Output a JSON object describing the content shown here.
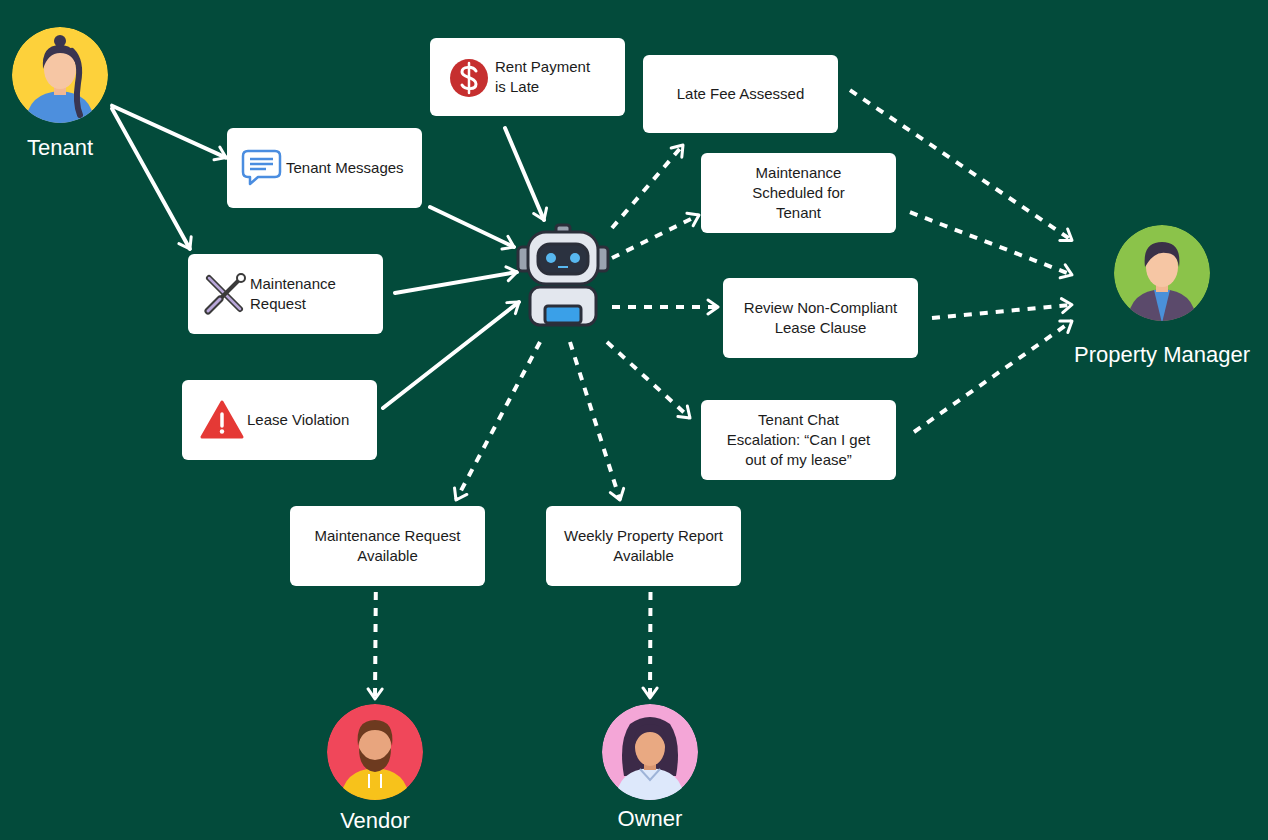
{
  "diagram": {
    "nodes": [
      {
        "text": [
          "Tenant"
        ]
      },
      {
        "text": [
          "Rent Payment is Late"
        ]
      },
      {
        "text": [
          "Late Fee Assessed"
        ]
      },
      {
        "text": [
          "Tenant Messages"
        ]
      },
      {
        "text": [
          "Maintenance Scheduled for Tenant"
        ]
      },
      {
        "text": [
          "Property Manager"
        ]
      },
      {
        "text": [
          "Maintenance Request"
        ]
      },
      {
        "text": [
          "Review Non-Compliant Lease Clause"
        ]
      },
      {
        "text": [
          "Lease Violation"
        ]
      },
      {
        "text": [
          "Tenant Chat Escalation: “Can I get out of my lease”"
        ]
      },
      {
        "text": [
          "Maintenance Request Available"
        ]
      },
      {
        "text": [
          "Weekly Property Report Available"
        ]
      },
      {
        "text": [
          "Vendor"
        ]
      },
      {
        "text": [
          "Owner"
        ]
      }
    ],
    "edges": [
      {
        "from": 0,
        "to": 3,
        "arrow": "to"
      },
      {
        "from": 0,
        "to": 6,
        "arrow": "to"
      },
      {
        "from": 2,
        "to": 5,
        "arrow": "to"
      },
      {
        "from": 4,
        "to": 5,
        "arrow": "to"
      },
      {
        "from": 7,
        "to": 5,
        "arrow": "to"
      },
      {
        "from": 9,
        "to": 5,
        "arrow": "to"
      },
      {
        "from": 10,
        "to": 12,
        "arrow": "to"
      },
      {
        "from": 11,
        "to": 13,
        "arrow": "to"
      }
    ]
  }
}
